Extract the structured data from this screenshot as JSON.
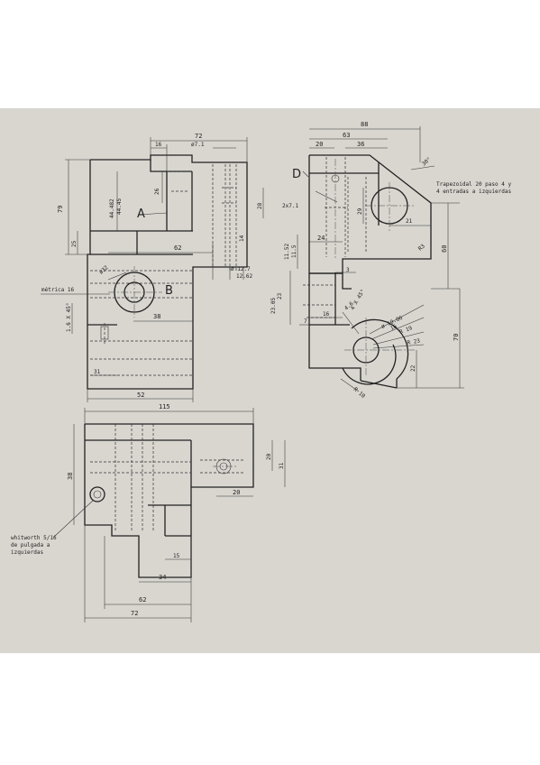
{
  "dims": {
    "d72top": "72",
    "d16": "16",
    "d71": "ø7.1",
    "d79": "79",
    "d44": "44.482",
    "d4443": "44.45",
    "d26a": "26",
    "d28": "28",
    "d25": "25",
    "d14": "14",
    "d62a": "62",
    "d127": "ø 12.7",
    "d1262": "12.62",
    "d32": "ø32",
    "d38": "38",
    "d16x45": "1.6 X 45°",
    "d31": "31",
    "d52": "52",
    "d88": "88",
    "d63": "63",
    "d20a": "20",
    "d36": "36",
    "d2x71": "2x7.1",
    "d29": "29",
    "d21": "21",
    "d24": "24",
    "d1152": "11.52",
    "d115": "11.5",
    "d3": "3",
    "d2305": "23.05",
    "d23": "23",
    "d16b": "16",
    "d46": "4.6",
    "d7": "7",
    "d4x45": "4 X 45°",
    "d1906": "ø 19.06",
    "d16c": "16",
    "dR19": "R 19",
    "dR23": "R 23",
    "d60": "60",
    "d70": "70",
    "d22": "22",
    "dR10": "R 10",
    "d30": "30°",
    "dR3": "R3",
    "d115b": "115",
    "d38b": "38",
    "d20b": "20",
    "d31b": "31",
    "d20c": "20",
    "d15": "15",
    "d34": "34",
    "d62b": "62",
    "d72b": "72"
  },
  "notes": {
    "trapezoidal_line1": "Trapezoidal 20 paso 4 y",
    "trapezoidal_line2": "4 entradas a izquierdas",
    "metrica": "métrica 16",
    "whitworth_line1": "whitworth 5/16",
    "whitworth_line2": "de pulgada a",
    "whitworth_line3": "izquierdas"
  },
  "labels": {
    "a": "A",
    "b": "B",
    "d": "D"
  }
}
